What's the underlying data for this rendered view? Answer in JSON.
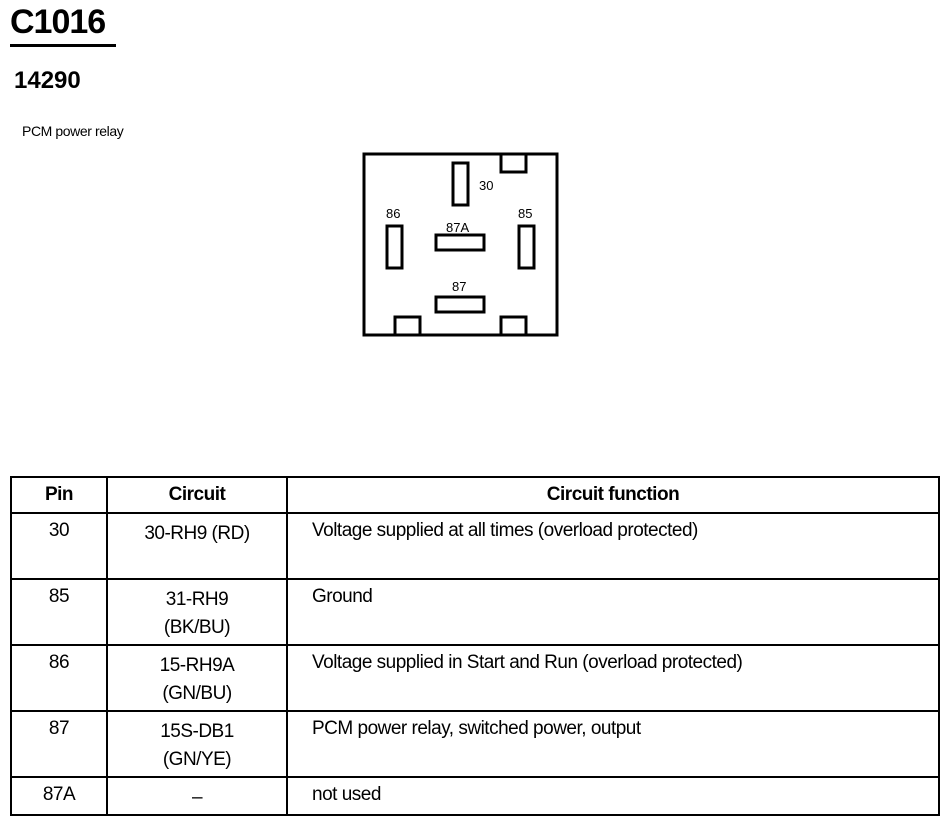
{
  "header": {
    "connector_id": "C1016",
    "component_number": "14290",
    "component_name": "PCM power relay"
  },
  "diagram": {
    "pins": [
      {
        "label": "30"
      },
      {
        "label": "86"
      },
      {
        "label": "87A"
      },
      {
        "label": "85"
      },
      {
        "label": "87"
      }
    ]
  },
  "table": {
    "headers": [
      "Pin",
      "Circuit",
      "Circuit function"
    ],
    "rows": [
      {
        "pin": "30",
        "circuit": [
          "30-RH9 (RD)"
        ],
        "function": "Voltage supplied at all times (overload protected)"
      },
      {
        "pin": "85",
        "circuit": [
          "31-RH9",
          "(BK/BU)"
        ],
        "function": "Ground"
      },
      {
        "pin": "86",
        "circuit": [
          "15-RH9A",
          "(GN/BU)"
        ],
        "function": "Voltage supplied in Start and Run (overload protected)"
      },
      {
        "pin": "87",
        "circuit": [
          "15S-DB1",
          "(GN/YE)"
        ],
        "function": "PCM power relay, switched power, output"
      },
      {
        "pin": "87A",
        "circuit": [
          "–"
        ],
        "function": "not used"
      }
    ]
  }
}
